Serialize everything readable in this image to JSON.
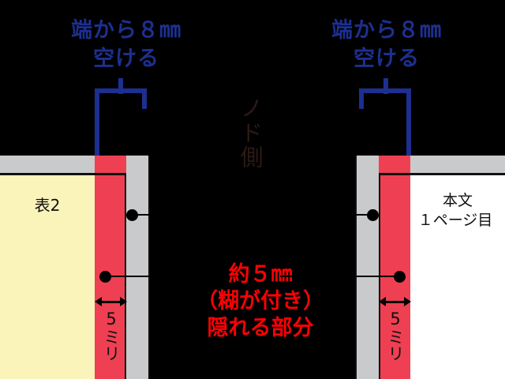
{
  "figure": {
    "title_note_left": "端から 8 mm\n空ける",
    "title_note_right": "端から 8 mm\n空ける"
  },
  "callouts": {
    "left_top_line1": "端から８㎜",
    "left_top_line2": "空ける",
    "right_top_line1": "端から８㎜",
    "right_top_line2": "空ける",
    "color_blue": "#1d2f8f"
  },
  "center": {
    "vertical_label": "ノド側",
    "vertical_label_color": "#2b1a14",
    "red_line1": "約５㎜",
    "red_line2": "（糊が付き）",
    "red_line3": "隠れる部分",
    "color_red": "#fb0004"
  },
  "pages": {
    "left": {
      "label": "表2",
      "fill": "#faf3ba"
    },
    "right": {
      "label_line1": "本文",
      "label_line2": "１ページ目",
      "fill": "#ffffff"
    }
  },
  "dimensions": {
    "left_strip_label": "5ミリ",
    "right_strip_label": "5ミリ",
    "strip_color": "#ee4052",
    "board_color": "#c8cacc"
  }
}
